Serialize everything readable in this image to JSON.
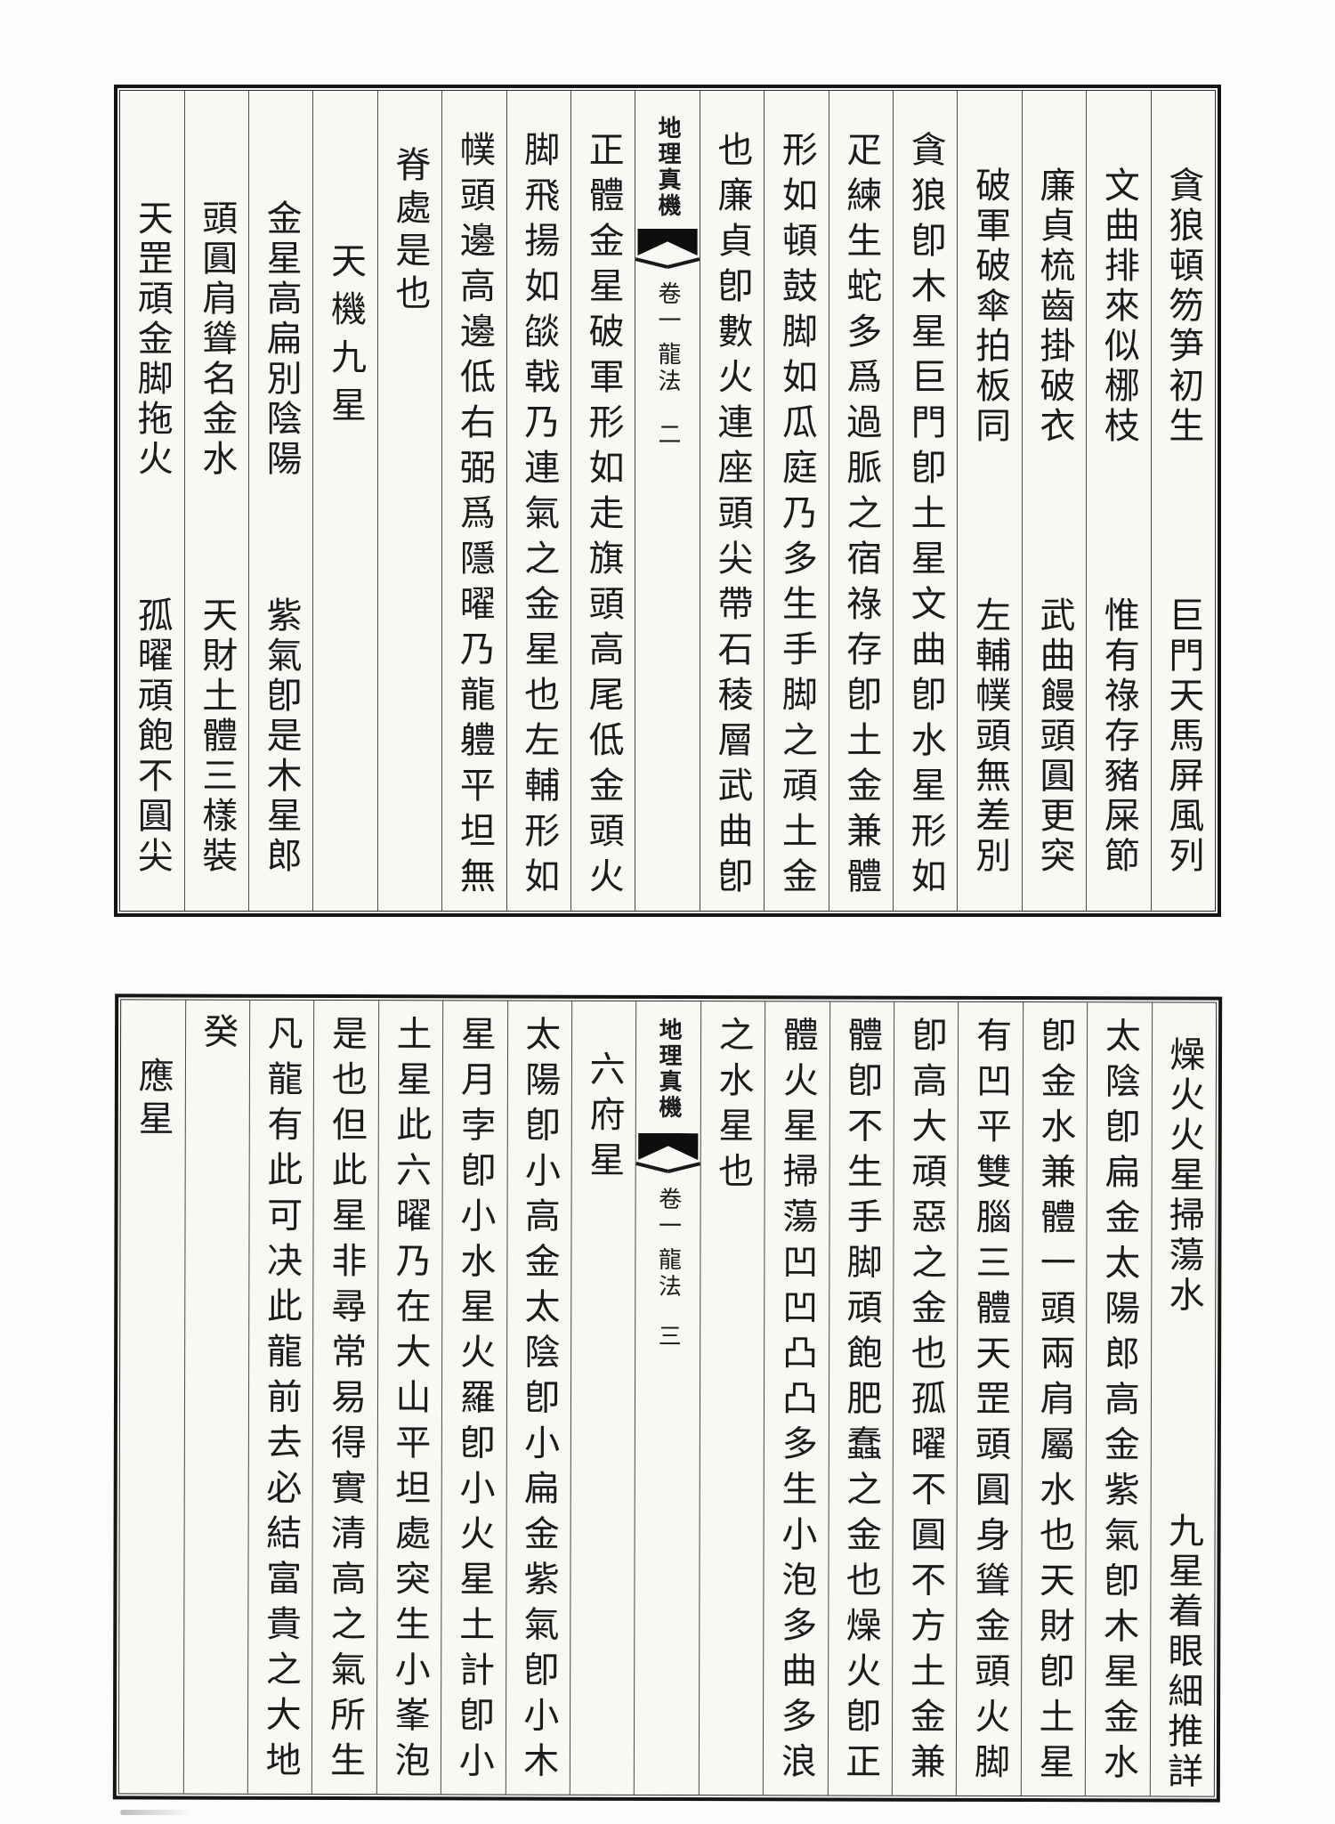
{
  "page1": {
    "center": {
      "book_title": "地理真機",
      "volume": "卷一",
      "section": "龍法",
      "folio": "二"
    },
    "right": [
      {
        "s1": "貪狼頓笏笋初生",
        "s2": "巨門天馬屏風列"
      },
      {
        "s1": "文曲排來似梛枝",
        "s2": "惟有祿存豬屎節"
      },
      {
        "s1": "廉貞梳齒掛破衣",
        "s2": "武曲饅頭圓更突"
      },
      {
        "s1": "破軍破傘拍板同",
        "s2": "左輔幞頭無差別"
      },
      {
        "s1": "貪狼卽木星巨門卽土星文曲卽水星形如"
      },
      {
        "s1": "疋練生蛇多爲過脈之宿祿存卽土金兼體"
      },
      {
        "s1": "形如頓鼓脚如瓜庭乃多生手脚之頑土金"
      },
      {
        "s1": "也廉貞卽數火連座頭尖帶石稜層武曲卽"
      }
    ],
    "left": [
      {
        "s1": "正體金星破軍形如走旗頭高尾低金頭火"
      },
      {
        "s1": "脚飛揚如燄戟乃連氣之金星也左輔形如"
      },
      {
        "s1": "幞頭邊高邊低右弼爲隱曜乃龍軆平坦無"
      },
      {
        "s1": "脊處是也"
      },
      {
        "s1": "天機九星"
      },
      {
        "s1": "金星高扁別陰陽",
        "s2": "紫氣卽是木星郎"
      },
      {
        "s1": "頭圓肩聳名金水",
        "s2": "天財土體三樣裝"
      },
      {
        "s1": "天罡頑金脚拖火",
        "s2": "孤曜頑飽不圓尖"
      }
    ]
  },
  "page2": {
    "center": {
      "book_title": "地理真機",
      "volume": "卷一",
      "section": "龍法",
      "folio": "三"
    },
    "right": [
      {
        "s1": "燥火火星掃蕩水",
        "s2": "九星着眼細推詳"
      },
      {
        "s1": "太陰卽扁金太陽郎高金紫氣卽木星金水"
      },
      {
        "s1": "卽金水兼體一頭兩肩屬水也天財卽土星"
      },
      {
        "s1": "有凹平雙腦三體天罡頭圓身聳金頭火脚"
      },
      {
        "s1": "卽高大頑惡之金也孤曜不圓不方土金兼"
      },
      {
        "s1": "體卽不生手脚頑飽肥蠢之金也燥火卽正"
      },
      {
        "s1": "體火星掃蕩凹凹凸凸多生小泡多曲多浪"
      },
      {
        "s1": "之水星也"
      }
    ],
    "left": [
      {
        "s1": "六府星"
      },
      {
        "s1": "太陽卽小高金太陰卽小扁金紫氣卽小木"
      },
      {
        "s1": "星月孛卽小水星火羅卽小火星土計卽小"
      },
      {
        "s1": "土星此六曜乃在大山平坦處突生小峯泡"
      },
      {
        "s1": "是也但此星非尋常易得實清高之氣所生"
      },
      {
        "s1": "凡龍有此可决此龍前去必結富貴之大地"
      },
      {
        "s1": "癸"
      },
      {
        "s1": "應星"
      }
    ]
  }
}
